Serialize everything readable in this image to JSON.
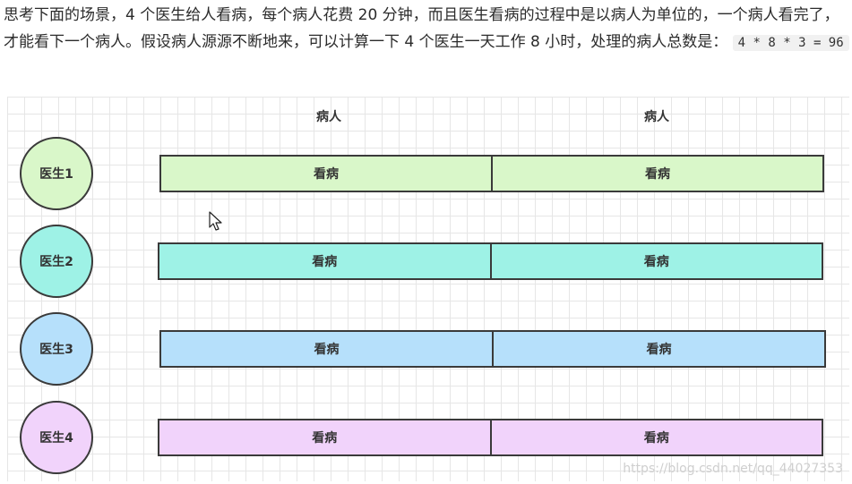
{
  "paragraph": {
    "text": "思考下面的场景，4 个医生给人看病，每个病人花费 20 分钟，而且医生看病的过程中是以病人为单位的，一个病人看完了，才能看下一个病人。假设病人源源不断地来，可以计算一下 4 个医生一天工作 8 小时，处理的病人总数是：",
    "code": "4 * 8 * 3 = 96"
  },
  "diagram": {
    "column_labels": [
      "病人",
      "病人"
    ],
    "rows": [
      {
        "doctor": "医生1",
        "color": "#d9f7c9",
        "segments": [
          "看病",
          "看病"
        ]
      },
      {
        "doctor": "医生2",
        "color": "#9ef2e6",
        "segments": [
          "看病",
          "看病"
        ]
      },
      {
        "doctor": "医生3",
        "color": "#b6e0fb",
        "segments": [
          "看病",
          "看病"
        ]
      },
      {
        "doctor": "医生4",
        "color": "#f1d3fb",
        "segments": [
          "看病",
          "看病"
        ]
      }
    ]
  },
  "watermark": "https://blog.csdn.net/qq_44027353"
}
